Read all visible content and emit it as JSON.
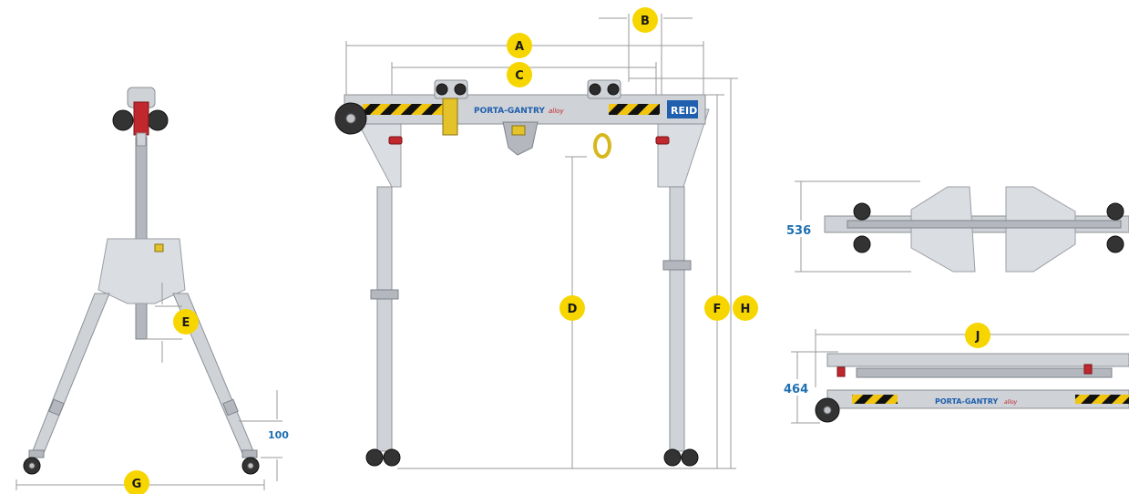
{
  "diagram": {
    "letter_labels": [
      "A",
      "B",
      "C",
      "D",
      "E",
      "F",
      "G",
      "H",
      "J"
    ],
    "badge_color": "#f7d600",
    "dimension_text_color": "#1f6fb2",
    "dimension_values": {
      "foot_height": "100",
      "folded_width": "536",
      "folded_height": "464"
    },
    "beam_brand_text": "PORTA-GANTRY",
    "beam_brand_suffix": "alloy",
    "end_badge_text": "REID"
  }
}
